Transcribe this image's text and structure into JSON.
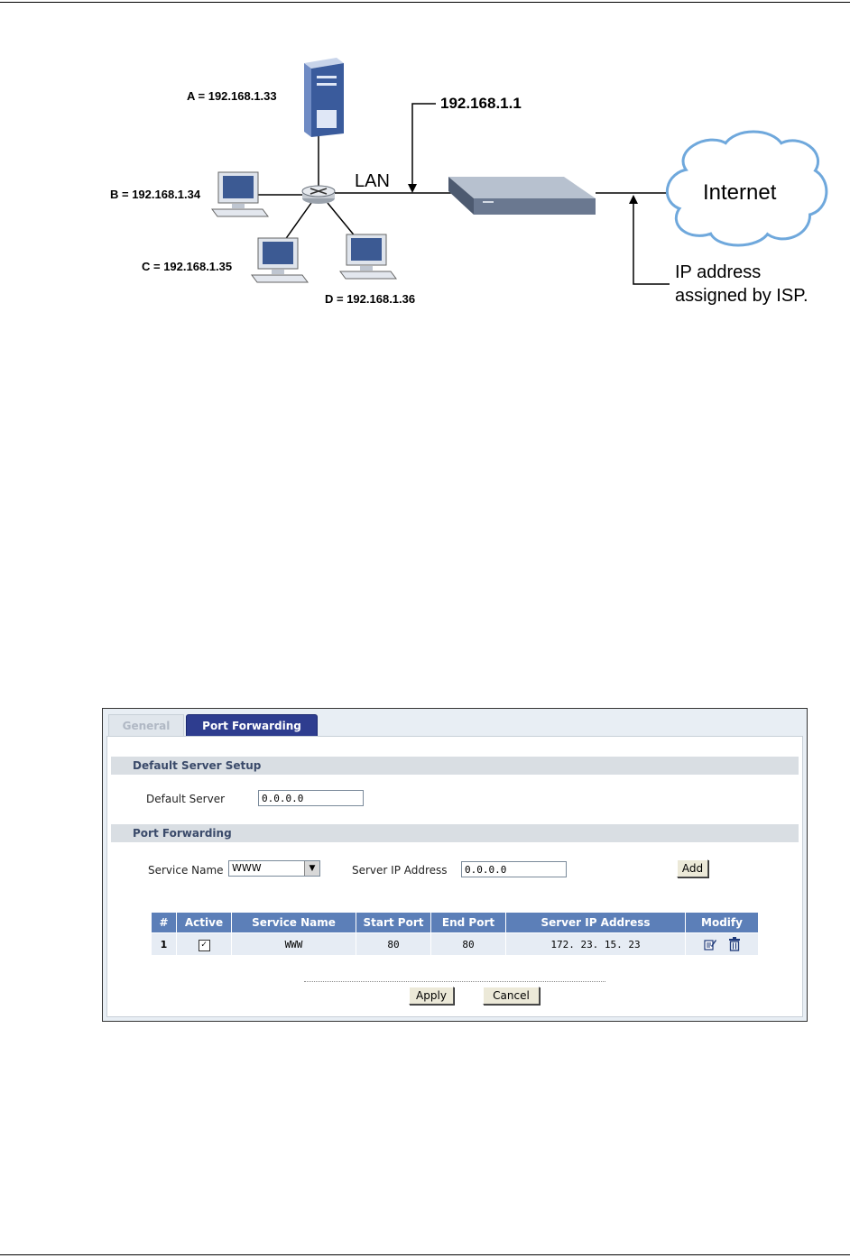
{
  "diagram": {
    "host_a": "A = 192.168.1.33",
    "host_b": "B = 192.168.1.34",
    "host_c": "C  = 192.168.1.35",
    "host_d": "D = 192.168.1.36",
    "lan": "LAN",
    "router_ip": "192.168.1.1",
    "internet": "Internet",
    "isp_line1": "IP address",
    "isp_line2": "assigned by ISP."
  },
  "screen": {
    "tabs": {
      "general": "General",
      "port_forwarding": "Port Forwarding"
    },
    "default_server_section": "Default Server Setup",
    "default_server_label": "Default Server",
    "default_server_value": "0.0.0.0",
    "port_forwarding_section": "Port Forwarding",
    "service_name_label": "Service Name",
    "service_name_value": "WWW",
    "server_ip_label": "Server IP Address",
    "server_ip_value": "0.0.0.0",
    "add_button": "Add",
    "table": {
      "headers": [
        "#",
        "Active",
        "Service Name",
        "Start Port",
        "End Port",
        "Server IP Address",
        "Modify"
      ],
      "rows": [
        {
          "num": "1",
          "active": true,
          "service": "WWW",
          "start": "80",
          "end": "80",
          "ip": "172. 23. 15. 23"
        }
      ]
    },
    "apply_button": "Apply",
    "cancel_button": "Cancel"
  }
}
